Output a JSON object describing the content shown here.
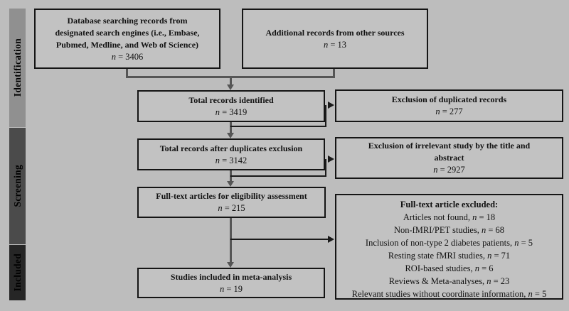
{
  "labels": {
    "n": "n"
  },
  "sidebar": {
    "identification": "Identification",
    "screening": "Screening",
    "included": "Included"
  },
  "boxes": {
    "db_search": {
      "title_lines": [
        "Database searching records from",
        "designated search engines (i.e., Embase,",
        "Pubmed, Medline, and Web of Science)"
      ],
      "count": "= 3406"
    },
    "additional": {
      "title_lines": [
        "Additional records from other sources"
      ],
      "count": "= 13"
    },
    "total_identified": {
      "title_lines": [
        "Total records identified"
      ],
      "count": "= 3419"
    },
    "excl_duplicates": {
      "title_lines": [
        "Exclusion of duplicated records"
      ],
      "count": "= 277"
    },
    "after_duplicates": {
      "title_lines": [
        "Total records after duplicates exclusion"
      ],
      "count": "= 3142"
    },
    "excl_irrelevant": {
      "title_lines": [
        "Exclusion of irrelevant study by the title and",
        "abstract"
      ],
      "count": "= 2927"
    },
    "fulltext_eligibility": {
      "title_lines": [
        "Full-text articles for eligibility assessment"
      ],
      "count": "= 215"
    },
    "included_meta": {
      "title_lines": [
        "Studies included in meta-analysis"
      ],
      "count": "= 19"
    }
  },
  "excluded": {
    "title": "Full-text article excluded:",
    "items": [
      {
        "text": "Articles not found,",
        "count": "= 18"
      },
      {
        "text": "Non-fMRI/PET studies,",
        "count": "= 68"
      },
      {
        "text": "Inclusion of non-type 2 diabetes patients,",
        "count": "= 5"
      },
      {
        "text": "Resting state fMRI studies,",
        "count": "= 71"
      },
      {
        "text": "ROI-based studies,",
        "count": "= 6"
      },
      {
        "text": "Reviews & Meta-analyses,",
        "count": "= 23"
      },
      {
        "text": "Relevant studies without coordinate information,",
        "count": "= 5"
      }
    ]
  },
  "colors": {
    "background": "#bdbdbd",
    "box_fill": "#c2c2c2",
    "box_border": "#151515",
    "flow_line": "#565656",
    "branch_line": "#1a1a1a",
    "bar_identification": "#909090",
    "bar_screening": "#4b4b4b",
    "bar_included": "#262626"
  }
}
